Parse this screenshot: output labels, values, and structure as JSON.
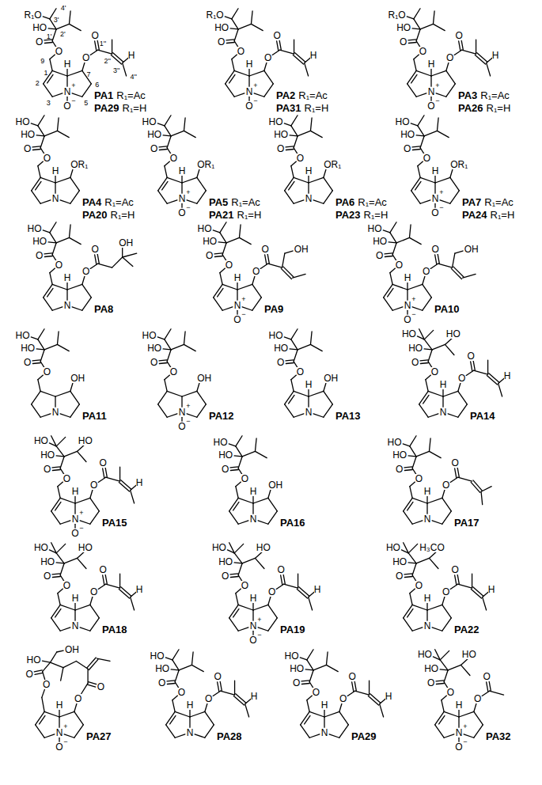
{
  "diagram": {
    "labels": [
      "PA1",
      "R₁=Ac",
      "PA29",
      "R₁=H",
      "4'",
      "3'",
      "2'",
      "1'",
      "9",
      "1",
      "2",
      "3",
      "5",
      "6",
      "7",
      "1''",
      "2''",
      "3''",
      "4''",
      "O",
      "O",
      "HO",
      "R₁O",
      "H",
      "N",
      "+",
      "O",
      "−",
      "O",
      "O",
      "H",
      "PA2",
      "R₁=Ac",
      "PA31",
      "R₁=H",
      "O",
      "O",
      "HO",
      "R₁O",
      "H",
      "N",
      "+",
      "O",
      "−",
      "O",
      "O",
      "H",
      "PA3",
      "R₁=Ac",
      "PA26",
      "R₁=H",
      "O",
      "O",
      "HO",
      "R₁O",
      "H",
      "N",
      "+",
      "O",
      "−",
      "O",
      "O",
      "H",
      "PA4",
      "R₁=Ac",
      "PA20",
      "R₁=H",
      "O",
      "O",
      "HO",
      "HO",
      "H",
      "N",
      "OR₁",
      "PA5",
      "R₁=Ac",
      "PA21",
      "R₁=H",
      "O",
      "O",
      "HO",
      "HO",
      "H",
      "N",
      "+",
      "O",
      "−",
      "OR₁",
      "PA6",
      "R₁=Ac",
      "PA23",
      "R₁=H",
      "O",
      "O",
      "HO",
      "HO",
      "H",
      "N",
      "OR₁",
      "PA7",
      "R₁=Ac",
      "PA24",
      "R₁=H",
      "O",
      "O",
      "HO",
      "HO",
      "H",
      "N",
      "+",
      "O",
      "−",
      "OR₁",
      "PA8",
      "O",
      "O",
      "HO",
      "HO",
      "H",
      "N",
      "O",
      "O",
      "OH",
      "PA9",
      "O",
      "O",
      "HO",
      "HO",
      "H",
      "N",
      "+",
      "O",
      "−",
      "O",
      "O",
      "OH",
      "PA10",
      "O",
      "O",
      "HO",
      "HO",
      "H",
      "N",
      "+",
      "O",
      "−",
      "O",
      "O",
      "OH",
      "PA11",
      "O",
      "O",
      "HO",
      "HO",
      "N",
      "OH",
      "PA12",
      "O",
      "O",
      "HO",
      "HO",
      "N",
      "+",
      "O",
      "−",
      "OH",
      "PA13",
      "O",
      "O",
      "HO",
      "HO",
      "H",
      "N",
      "OH",
      "PA14",
      "O",
      "O",
      "HO",
      "HO",
      "HO",
      "H",
      "N",
      "O",
      "O",
      "H",
      "PA15",
      "O",
      "O",
      "HO",
      "HO",
      "HO",
      "H",
      "N",
      "+",
      "O",
      "−",
      "O",
      "O",
      "H",
      "PA16",
      "O",
      "O",
      "HO",
      "HO",
      "H",
      "N",
      "OH",
      "PA17",
      "O",
      "O",
      "HO",
      "HO",
      "H",
      "N",
      "O",
      "O",
      "PA18",
      "O",
      "O",
      "HO",
      "HO",
      "HO",
      "H",
      "N",
      "O",
      "O",
      "H",
      "PA19",
      "O",
      "O",
      "HO",
      "HO",
      "HO",
      "H",
      "N",
      "+",
      "O",
      "−",
      "O",
      "O",
      "H",
      "PA22",
      "O",
      "O",
      "HO",
      "HO",
      "H₃CO",
      "H",
      "N",
      "O",
      "O",
      "H",
      "PA27",
      "O",
      "O",
      "HO",
      "OH",
      "H",
      "N",
      "+",
      "O",
      "−",
      "O",
      "O",
      "PA28",
      "O",
      "O",
      "HO",
      "HO",
      "H",
      "N",
      "O",
      "O",
      "H",
      "PA29",
      "O",
      "O",
      "HO",
      "HO",
      "H",
      "N",
      "O",
      "O",
      "H",
      "PA32",
      "O",
      "O",
      "HO",
      "HO",
      "HO",
      "H",
      "N",
      "+",
      "O",
      "−",
      "O",
      "O"
    ]
  }
}
